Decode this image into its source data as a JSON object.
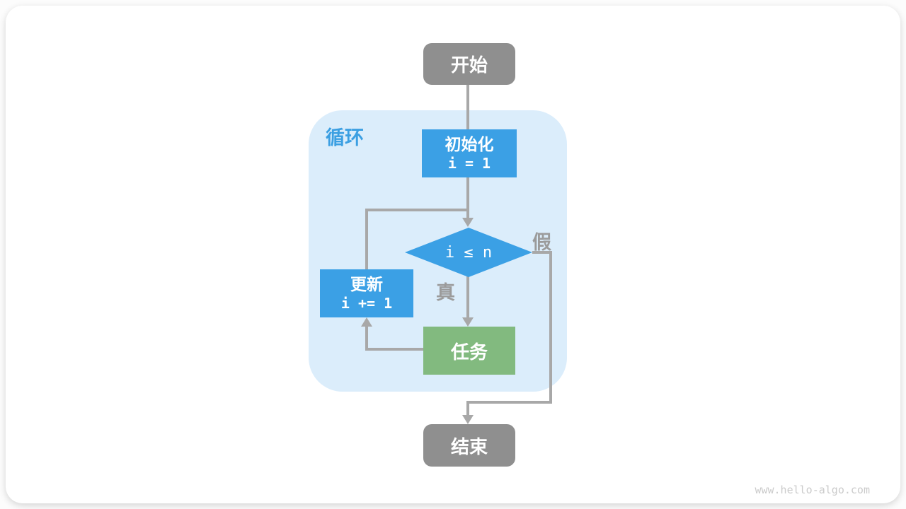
{
  "diagram": {
    "loop_label": "循环",
    "nodes": {
      "start": {
        "label": "开始"
      },
      "init": {
        "label": "初始化",
        "code": "i = 1"
      },
      "condition": {
        "label": "i ≤ n"
      },
      "update": {
        "label": "更新",
        "code": "i += 1"
      },
      "task": {
        "label": "任务"
      },
      "end": {
        "label": "结束"
      }
    },
    "edge_labels": {
      "true": "真",
      "false": "假"
    },
    "watermark": "www.hello-algo.com",
    "colors": {
      "process_blue": "#3ba0e5",
      "task_green": "#82ba7f",
      "terminal_gray": "#8f8f8f",
      "loop_background": "#dbedfb",
      "loop_label_blue": "#3b9fe2",
      "connector_gray": "#a8a8a8",
      "edge_label_gray": "#9b9b9b",
      "watermark_gray": "#cbcbcb",
      "card_background": "#ffffff"
    }
  }
}
